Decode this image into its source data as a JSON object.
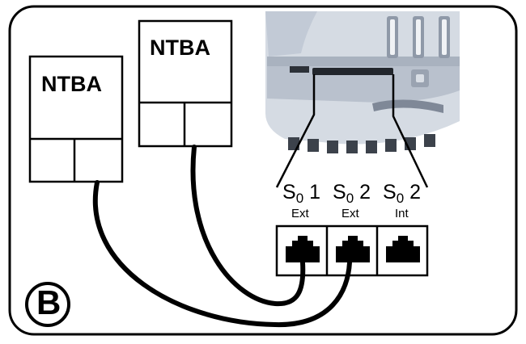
{
  "ntba_left": {
    "label": "NTBA"
  },
  "ntba_right": {
    "label": "NTBA"
  },
  "ports": [
    {
      "name": "S",
      "sub": "0",
      "num": "1",
      "type": "Ext"
    },
    {
      "name": "S",
      "sub": "0",
      "num": "2",
      "type": "Ext"
    },
    {
      "name": "S",
      "sub": "0",
      "num": "2",
      "type": "Int"
    }
  ],
  "badge": "B",
  "colors": {
    "line": "#000000",
    "device_body": "#d5dbe3",
    "device_panel": "#c2cad6",
    "device_shadow": "#8f99a8"
  },
  "icons": [
    "rj45-socket-icon",
    "isdn-device-image"
  ]
}
